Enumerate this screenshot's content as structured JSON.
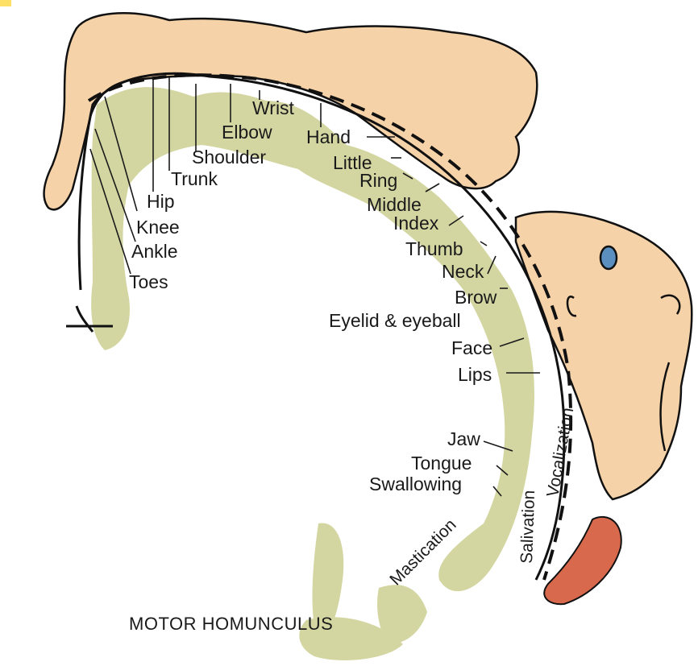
{
  "title": "MOTOR HOMUNCULUS",
  "colors": {
    "skin": "#f6d2a8",
    "cortex": "#d4d6a2",
    "tongue": "#d9694d",
    "eye": "#5a8fbf",
    "outline": "#111111"
  },
  "labels": {
    "toes": "Toes",
    "ankle": "Ankle",
    "knee": "Knee",
    "hip": "Hip",
    "trunk": "Trunk",
    "shoulder": "Shoulder",
    "elbow": "Elbow",
    "wrist": "Wrist",
    "hand": "Hand",
    "little": "Little",
    "ring": "Ring",
    "middle": "Middle",
    "index": "Index",
    "thumb": "Thumb",
    "neck": "Neck",
    "brow": "Brow",
    "eyelid": "Eyelid & eyeball",
    "face": "Face",
    "lips": "Lips",
    "jaw": "Jaw",
    "tongue": "Tongue",
    "swallowing": "Swallowing",
    "mastication": "Mastication",
    "salivation": "Salivation",
    "vocalization": "Vocalization"
  }
}
